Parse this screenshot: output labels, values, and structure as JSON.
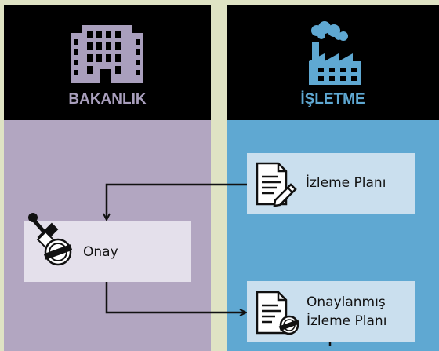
{
  "lanes": {
    "left": {
      "title": "BAKANLIK",
      "icon": "building-icon",
      "color": "#b2a6c1"
    },
    "right": {
      "title": "İŞLETME",
      "icon": "factory-icon",
      "color": "#5fa8d2"
    }
  },
  "nodes": {
    "izleme_plani": {
      "label": "İzleme Planı",
      "icon": "document-edit-icon"
    },
    "onay": {
      "label": "Onay",
      "icon": "stamp-icon"
    },
    "onaylanmis_line1": "Onaylanmış",
    "onaylanmis_line2": "İzleme Planı",
    "onaylanmis_icon": "approved-document-icon"
  },
  "edges": [
    {
      "from": "izleme_plani",
      "to": "onay"
    },
    {
      "from": "onay",
      "to": "onaylanmis"
    }
  ]
}
